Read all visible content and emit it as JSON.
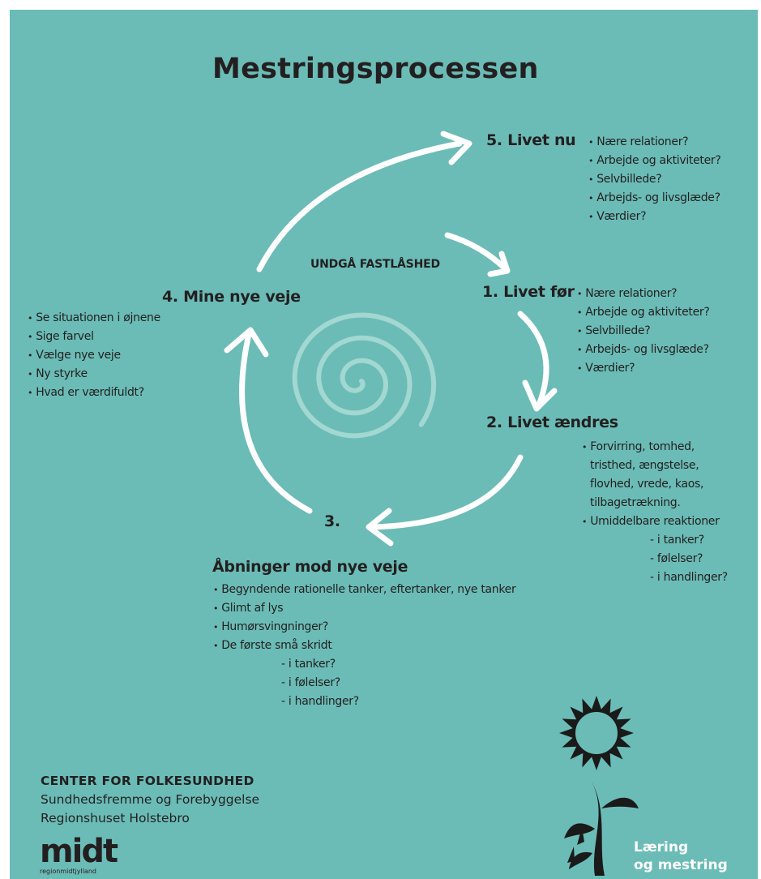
{
  "title": "Mestringsprocessen",
  "center_label": "UNDGÅ FASTLÅSHED",
  "steps": [
    {
      "heading": "5. Livet nu",
      "bullets": [
        "Nære relationer?",
        "Arbejde og aktiviteter?",
        "Selvbillede?",
        "Arbejds- og livsglæde?",
        "Værdier?"
      ]
    },
    {
      "heading": "1. Livet før",
      "bullets": [
        "Nære relationer?",
        "Arbejde og aktiviteter?",
        "Selvbillede?",
        "Arbejds- og livsglæde?",
        "Værdier?"
      ]
    },
    {
      "heading": "2. Livet ændres",
      "bullets": [
        "Forvirring, tomhed,",
        "tristhed, ængstelse,",
        "flovhed, vrede, kaos,",
        "tilbagetrækning.",
        "Umiddelbare reaktioner"
      ],
      "sub_items": [
        "- i tanker?",
        "- følelser?",
        "- i handlinger?"
      ]
    },
    {
      "number": "3.",
      "heading": "Åbninger mod nye veje",
      "bullets": [
        "Begyndende rationelle tanker, eftertanker, nye tanker",
        "Glimt af lys",
        "Humørsvingninger?",
        "De første små skridt"
      ],
      "sub_items": [
        "- i tanker?",
        "- i følelser?",
        "- i handlinger?"
      ]
    },
    {
      "heading": "4. Mine nye veje",
      "bullets": [
        "Se situationen i øjnene",
        "Sige farvel",
        "Vælge nye veje",
        "Ny styrke",
        "Hvad er værdifuldt?"
      ]
    }
  ],
  "organization": {
    "name": "CENTER FOR FOLKESUNDHED",
    "line1": "Sundhedsfremme og Forebyggelse",
    "line2": "Regionshuset Holstebro",
    "logo_word": "midt",
    "logo_sub": "regionmidtjylland"
  },
  "brand": {
    "line1": "Læring",
    "line2": "og mestring"
  },
  "colors": {
    "background": "#6bbcb6",
    "text": "#231f20",
    "arrows": "#ffffff",
    "spiral": "#a9d9d5"
  },
  "icons": [
    "sun-icon",
    "plant-icon",
    "spiral-icon",
    "cycle-arrow-icon"
  ]
}
